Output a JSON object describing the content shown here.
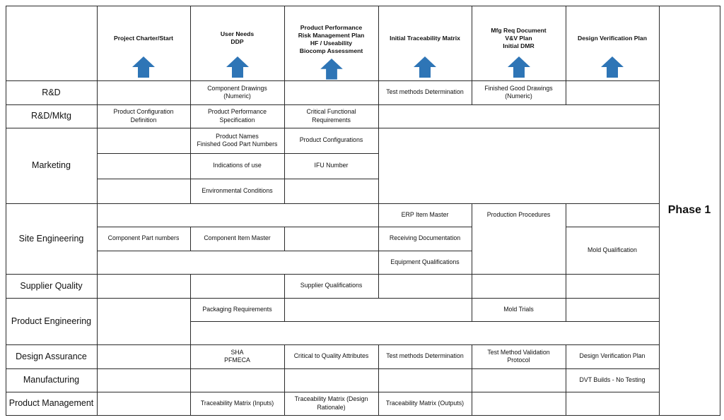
{
  "milestones": [
    {
      "id": "m1",
      "label": "Project Charter/Start"
    },
    {
      "id": "m2",
      "label": "User Needs\nDDP"
    },
    {
      "id": "m3",
      "label": "Product Performance\nRisk Management Plan\nHF / Useability\nBiocomp Assessment"
    },
    {
      "id": "m4",
      "label": "Initial Traceability Matrix"
    },
    {
      "id": "m5",
      "label": "Mfg Req Document\nV&V Plan\nInitial DMR"
    },
    {
      "id": "m6",
      "label": "Design Verification Plan"
    }
  ],
  "phase": "Phase 1",
  "rows": [
    {
      "id": "rd",
      "label": "R&D"
    },
    {
      "id": "rdm",
      "label": "R&D/Mktg"
    },
    {
      "id": "mkt",
      "label": "Marketing"
    },
    {
      "id": "se",
      "label": "Site Engineering"
    },
    {
      "id": "sq",
      "label": "Supplier Quality"
    },
    {
      "id": "pe",
      "label": "Product Engineering"
    },
    {
      "id": "da",
      "label": "Design Assurance"
    },
    {
      "id": "mfg",
      "label": "Manufacturing"
    },
    {
      "id": "pm",
      "label": "Product Management"
    }
  ],
  "cells": {
    "rd_c2": "Component Drawings\n(Numeric)",
    "rd_c4": "Test methods Determination",
    "rd_c5": "Finished Good Drawings\n(Numeric)",
    "rdm_c1": "Product Configuration\nDefinition",
    "rdm_c2": "Product Performance\nSpecification",
    "rdm_c3": "Critical Functional\nRequirements",
    "mkt1_c2": "Product Names\nFinished Good Part Numbers",
    "mkt1_c3": "Product Configurations",
    "mkt2_c2": "Indications of use",
    "mkt2_c3": "IFU Number",
    "mkt3_c2": "Environmental Conditions",
    "se1_c4": "ERP Item Master",
    "se1_c5": "Production Procedures",
    "se2_c1": "Component Part numbers",
    "se2_c2": "Component Item Master",
    "se2_c4": "Receiving Documentation",
    "se3_c4": "Equipment Qualifications",
    "se_c6": "Mold Qualification",
    "sq_c3": "Supplier Qualifications",
    "pe1_c2": "Packaging Requirements",
    "pe1_c5": "Mold Trials",
    "da_c2": "SHA\nPFMECA",
    "da_c3": "Critical to Quality Attributes",
    "da_c4": "Test methods Determination",
    "da_c5": "Test Method Validation\nProtocol",
    "da_c6": "Design Verification Plan",
    "mfg_c6": "DVT Builds - No Testing",
    "pm_c2": "Traceability Matrix (Inputs)",
    "pm_c3": "Traceability Matrix (Design\nRationale)",
    "pm_c4": "Traceability Matrix (Outputs)"
  },
  "colors": {
    "arrow": "#2E75B6",
    "grid": "#2a2a2a",
    "background": "#ffffff"
  }
}
